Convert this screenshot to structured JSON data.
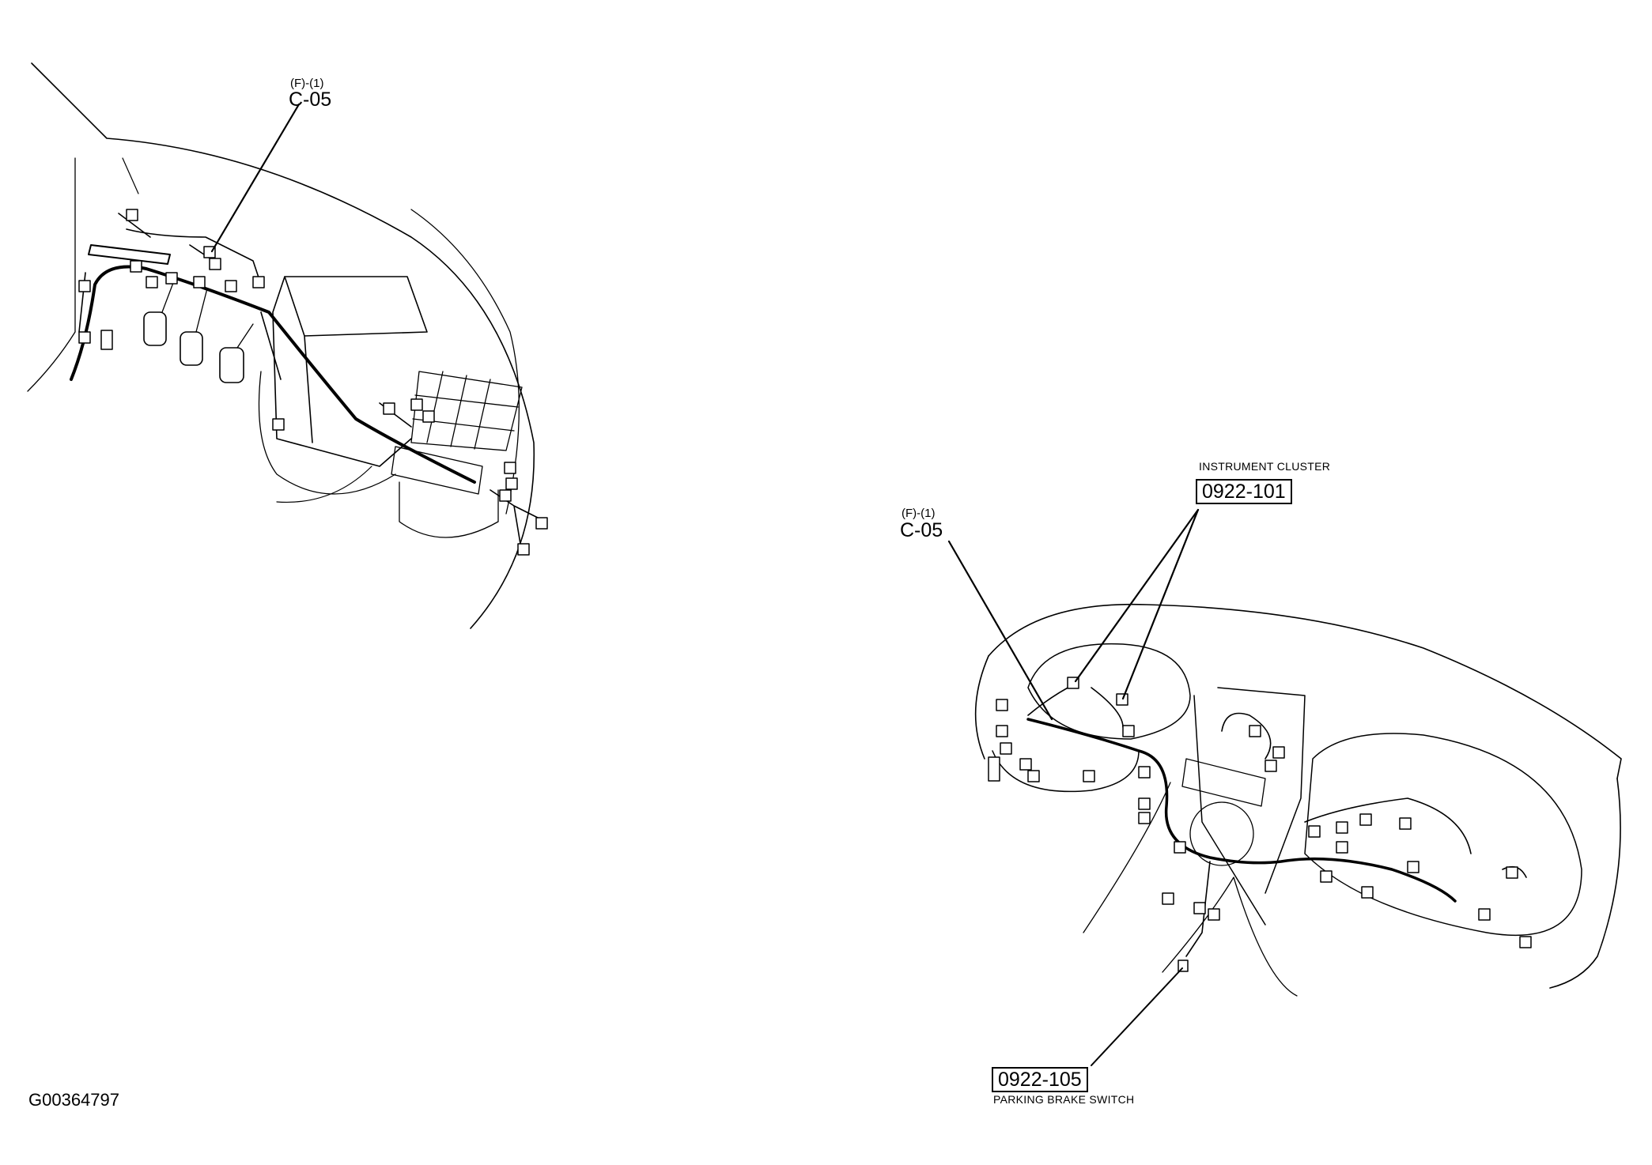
{
  "figure_id": "G00364797",
  "left_view": {
    "callout": {
      "sub": "(F)-(1)",
      "code": "C-05"
    }
  },
  "right_view": {
    "callout_c05": {
      "sub": "(F)-(1)",
      "code": "C-05"
    },
    "instrument_cluster": {
      "caption": "INSTRUMENT CLUSTER",
      "code": "0922-101"
    },
    "parking_brake": {
      "caption": "PARKING BRAKE SWITCH",
      "code": "0922-105"
    }
  }
}
